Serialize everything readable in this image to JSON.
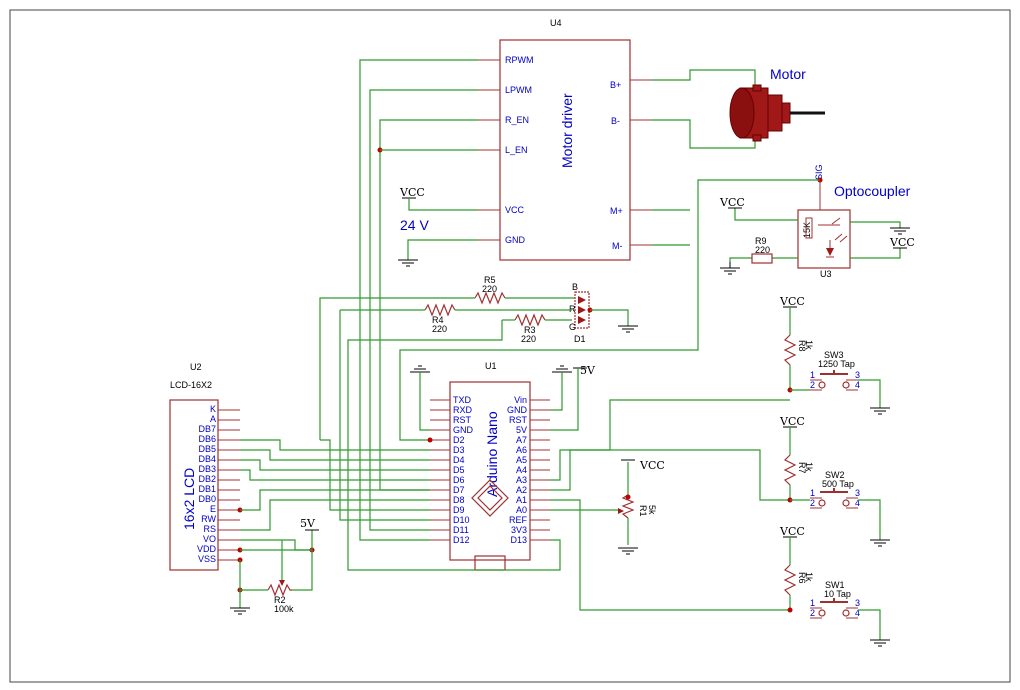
{
  "motor_driver": {
    "ref": "U4",
    "title": "Motor driver",
    "left_pins": [
      "RPWM",
      "LPWM",
      "R_EN",
      "L_EN",
      "VCC",
      "GND"
    ],
    "right_pins": [
      "B+",
      "B-",
      "M+",
      "M-"
    ],
    "supply_label": "24 V"
  },
  "motor": {
    "label": "Motor"
  },
  "optocoupler": {
    "label": "Optocoupler",
    "ref": "U3",
    "pin": "SIG",
    "resistor_value": "15K"
  },
  "r9": {
    "ref": "R9",
    "value": "220"
  },
  "rgb_led": {
    "ref": "D1",
    "pins": [
      "B",
      "R",
      "G"
    ]
  },
  "r5": {
    "ref": "R5",
    "value": "220"
  },
  "r4": {
    "ref": "R4",
    "value": "220"
  },
  "r3": {
    "ref": "R3",
    "value": "220"
  },
  "arduino": {
    "ref": "U1",
    "title": "Arduino Nano",
    "left_pins": [
      "TXD",
      "RXD",
      "RST",
      "GND",
      "D2",
      "D3",
      "D4",
      "D5",
      "D6",
      "D7",
      "D8",
      "D9",
      "D10",
      "D11",
      "D12"
    ],
    "right_pins": [
      "Vin",
      "GND",
      "RST",
      "5V",
      "A7",
      "A6",
      "A5",
      "A4",
      "A3",
      "A2",
      "A1",
      "A0",
      "REF",
      "3V3",
      "D13"
    ]
  },
  "lcd": {
    "ref": "U2",
    "part": "LCD-16X2",
    "title": "16x2 LCD",
    "pins": [
      "K",
      "A",
      "DB7",
      "DB6",
      "DB5",
      "DB4",
      "DB3",
      "DB2",
      "DB1",
      "DB0",
      "E",
      "RW",
      "RS",
      "VO",
      "VDD",
      "VSS"
    ]
  },
  "r2": {
    "ref": "R2",
    "value": "100k"
  },
  "r1": {
    "ref": "R1",
    "value": "5k"
  },
  "r8": {
    "ref": "R8",
    "value": "1k"
  },
  "r7": {
    "ref": "R7",
    "value": "1k"
  },
  "r6": {
    "ref": "R6",
    "value": "1k"
  },
  "sw3": {
    "ref": "SW3",
    "value": "1250 Tap"
  },
  "sw2": {
    "ref": "SW2",
    "value": "500 Tap"
  },
  "sw1": {
    "ref": "SW1",
    "value": "10 Tap"
  },
  "switch_pins": [
    "1",
    "2",
    "3",
    "4"
  ],
  "power": {
    "vcc": "VCC",
    "five_v": "5V"
  }
}
